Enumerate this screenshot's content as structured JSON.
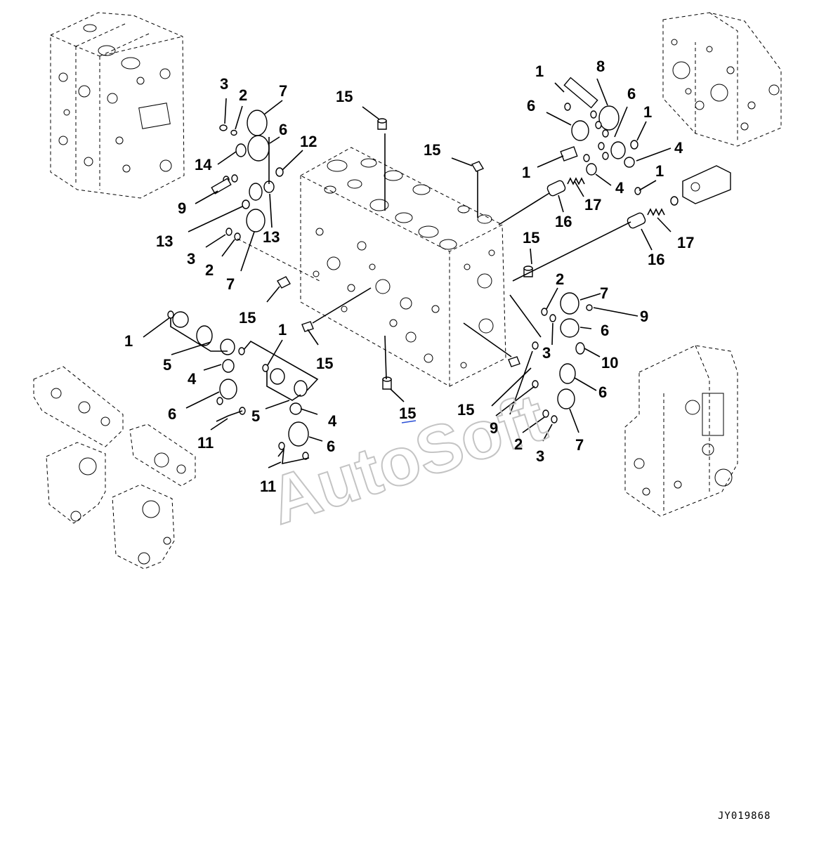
{
  "diagram": {
    "callouts": [
      {
        "id": "c3a",
        "text": "3"
      },
      {
        "id": "c2a",
        "text": "2"
      },
      {
        "id": "c7a",
        "text": "7"
      },
      {
        "id": "c6a",
        "text": "6"
      },
      {
        "id": "c12",
        "text": "12"
      },
      {
        "id": "c14",
        "text": "14"
      },
      {
        "id": "c9a",
        "text": "9"
      },
      {
        "id": "c13a",
        "text": "13"
      },
      {
        "id": "c13b",
        "text": "13"
      },
      {
        "id": "c3b",
        "text": "3"
      },
      {
        "id": "c2b",
        "text": "2"
      },
      {
        "id": "c7b",
        "text": "7"
      },
      {
        "id": "c15a",
        "text": "15"
      },
      {
        "id": "c15b",
        "text": "15"
      },
      {
        "id": "c1a",
        "text": "1"
      },
      {
        "id": "c8",
        "text": "8"
      },
      {
        "id": "c6b",
        "text": "6"
      },
      {
        "id": "c6c",
        "text": "6"
      },
      {
        "id": "c1b",
        "text": "1"
      },
      {
        "id": "c4a",
        "text": "4"
      },
      {
        "id": "c1c",
        "text": "1"
      },
      {
        "id": "c4b",
        "text": "4"
      },
      {
        "id": "c1d",
        "text": "1"
      },
      {
        "id": "c17a",
        "text": "17"
      },
      {
        "id": "c16a",
        "text": "16"
      },
      {
        "id": "c17b",
        "text": "17"
      },
      {
        "id": "c16b",
        "text": "16"
      },
      {
        "id": "c15c",
        "text": "15"
      },
      {
        "id": "c15d",
        "text": "15"
      },
      {
        "id": "c2c",
        "text": "2"
      },
      {
        "id": "c7c",
        "text": "7"
      },
      {
        "id": "c9b",
        "text": "9"
      },
      {
        "id": "c6d",
        "text": "6"
      },
      {
        "id": "c3c",
        "text": "3"
      },
      {
        "id": "c10",
        "text": "10"
      },
      {
        "id": "c6e",
        "text": "6"
      },
      {
        "id": "c1e",
        "text": "1"
      },
      {
        "id": "c5a",
        "text": "5"
      },
      {
        "id": "c15e",
        "text": "15"
      },
      {
        "id": "c1f",
        "text": "1"
      },
      {
        "id": "c4c",
        "text": "4"
      },
      {
        "id": "c6f",
        "text": "6"
      },
      {
        "id": "c5b",
        "text": "5"
      },
      {
        "id": "c4d",
        "text": "4"
      },
      {
        "id": "c11a",
        "text": "11"
      },
      {
        "id": "c6g",
        "text": "6"
      },
      {
        "id": "c11b",
        "text": "11"
      },
      {
        "id": "c15f",
        "text": "15"
      },
      {
        "id": "c15g",
        "text": "15"
      },
      {
        "id": "c9c",
        "text": "9"
      },
      {
        "id": "c2d",
        "text": "2"
      },
      {
        "id": "c3d",
        "text": "3"
      },
      {
        "id": "c7d",
        "text": "7"
      }
    ],
    "watermark": "AutoSoft",
    "drawing_code": "JY019868"
  }
}
